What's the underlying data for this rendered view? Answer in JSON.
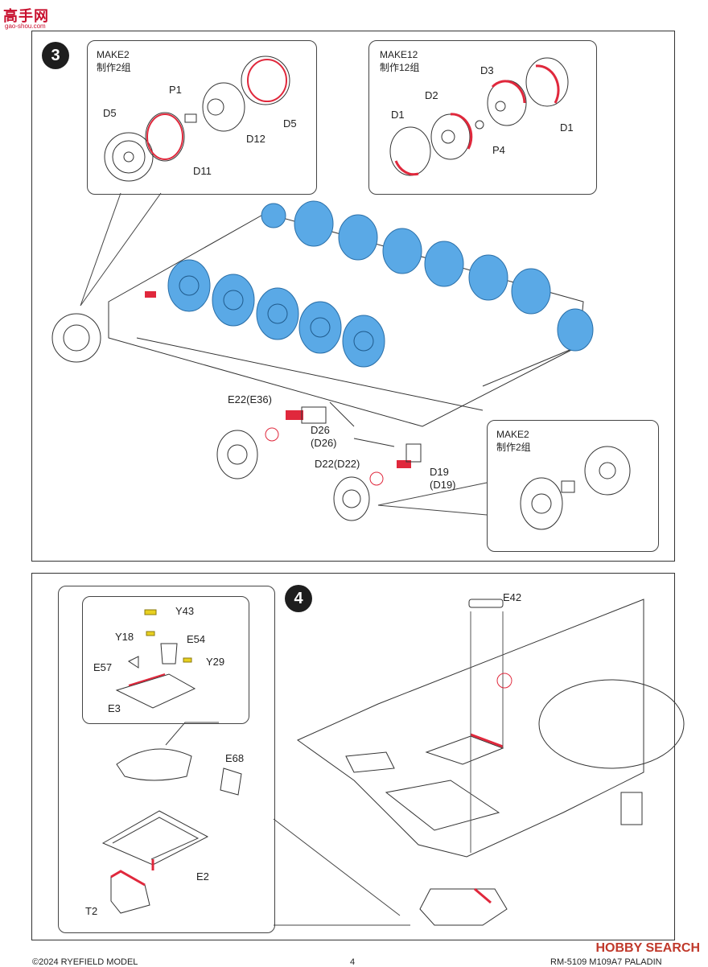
{
  "watermark_top": {
    "text": "高手网",
    "sub": "gao-shou.com"
  },
  "step3": {
    "number": "3",
    "callout_left": {
      "make": "MAKE2",
      "make_cn": "制作2组",
      "parts": [
        "P1",
        "D5",
        "D5",
        "D12",
        "D11"
      ]
    },
    "callout_right": {
      "make": "MAKE12",
      "make_cn": "制作12组",
      "parts": [
        "D3",
        "D2",
        "D1",
        "D1",
        "P4"
      ]
    },
    "callout_bottom": {
      "make": "MAKE2",
      "make_cn": "制作2组"
    },
    "labels": {
      "e22": "E22(E36)",
      "d26": "D26",
      "d26b": "(D26)",
      "d22": "D22(D22)",
      "d19": "D19",
      "d19b": "(D19)"
    }
  },
  "step4": {
    "number": "4",
    "labels": {
      "y43": "Y43",
      "y18": "Y18",
      "e54": "E54",
      "e57": "E57",
      "y29": "Y29",
      "e3": "E3",
      "e68": "E68",
      "e2": "E2",
      "t2": "T2",
      "e42": "E42"
    }
  },
  "footer": {
    "left": "©2024 RYEFIELD MODEL",
    "center": "4",
    "right": "RM-5109 M109A7 PALADIN"
  },
  "hobby_watermark": "HOBBY SEARCH",
  "colors": {
    "wheel": "#5aa9e6",
    "red": "#e0283c",
    "yellow": "#e8d020",
    "line": "#333333"
  }
}
